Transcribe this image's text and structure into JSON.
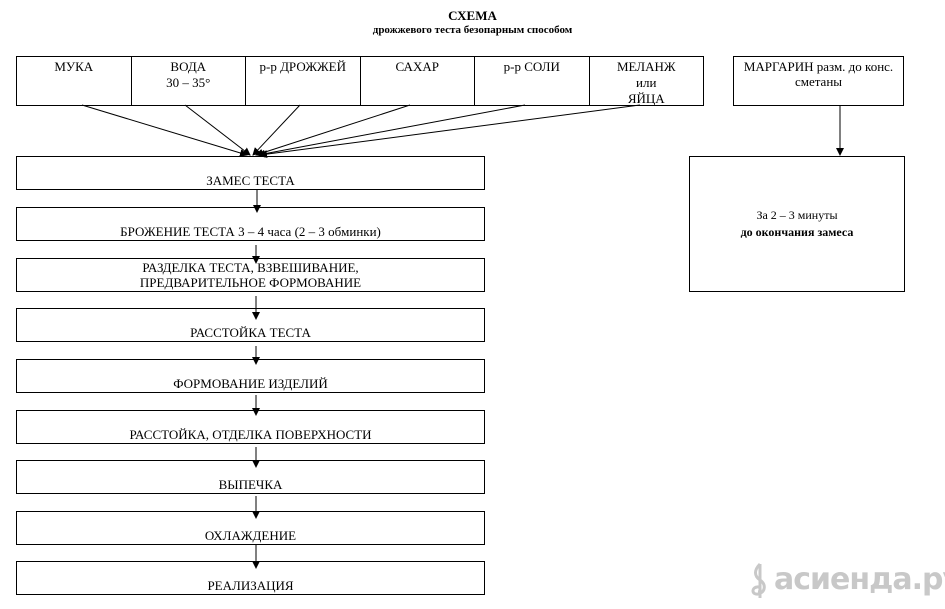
{
  "title": "СХЕМА",
  "subtitle": "дрожжевого теста безопарным способом",
  "ingredients": [
    {
      "line1": "МУКА",
      "line2": ""
    },
    {
      "line1": "ВОДА",
      "line2": "30 – 35°"
    },
    {
      "line1": "р-р ДРОЖЖЕЙ",
      "line2": ""
    },
    {
      "line1": "САХАР",
      "line2": ""
    },
    {
      "line1": "р-р СОЛИ",
      "line2": ""
    },
    {
      "line1": "МЕЛАНЖ",
      "line2": "или",
      "line3": "ЯЙЦА"
    }
  ],
  "margarine": {
    "line1": "МАРГАРИН разм. до конс.",
    "line2": "сметаны"
  },
  "side_note": {
    "line1": "За 2 – 3 минуты",
    "line2": "до окончания замеса"
  },
  "steps": [
    {
      "line1": "ЗАМЕС ТЕСТА"
    },
    {
      "line1": "БРОЖЕНИЕ ТЕСТА 3 – 4 часа (2 – 3 обминки)"
    },
    {
      "line1": "РАЗДЕЛКА ТЕСТА, ВЗВЕШИВАНИЕ,",
      "line2": "ПРЕДВАРИТЕЛЬНОЕ ФОРМОВАНИЕ"
    },
    {
      "line1": "РАССТОЙКА ТЕСТА"
    },
    {
      "line1": "ФОРМОВАНИЕ ИЗДЕЛИЙ"
    },
    {
      "line1": "РАССТОЙКА, ОТДЕЛКА ПОВЕРХНОСТИ"
    },
    {
      "line1": "ВЫПЕЧКА"
    },
    {
      "line1": "ОХЛАЖДЕНИЕ"
    },
    {
      "line1": "РЕАЛИЗАЦИЯ"
    }
  ],
  "watermark": "асиенда.ру"
}
